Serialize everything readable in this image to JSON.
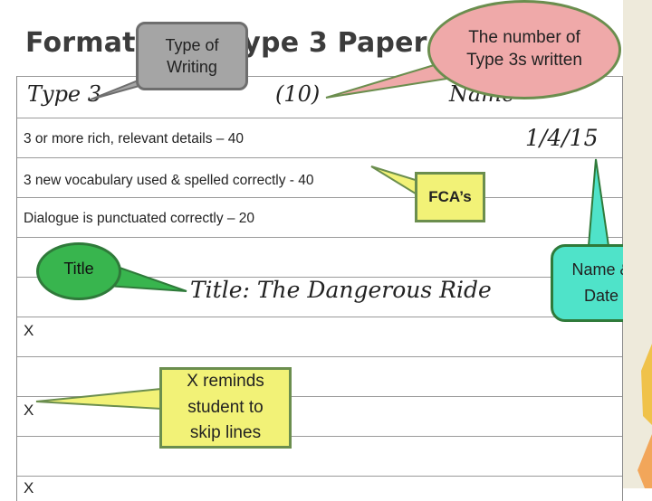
{
  "slide": {
    "title": "Format for a Type 3 Paper"
  },
  "paper": {
    "type_label": "Type 3",
    "count": "(10)",
    "name_label": "Name",
    "date": "1/4/15",
    "criteria": [
      "3 or more rich, relevant details – 40",
      "3 new vocabulary used & spelled correctly - 40",
      "Dialogue is punctuated correctly – 20"
    ],
    "title_line": "Title: The Dangerous Ride",
    "skip_marks": [
      "X",
      "X",
      "X"
    ]
  },
  "callouts": {
    "type_of_writing": "Type of Writing",
    "number_written": "The number of Type 3s written",
    "fca": "FCA’s",
    "title": "Title",
    "name_date": "Name & Date",
    "skip_lines": "X reminds student to skip lines"
  },
  "colors": {
    "gray_callout": "#a5a5a5",
    "pink_callout": "#efa9a9",
    "yellow_callout": "#f2f277",
    "green_callout": "#38b54e",
    "teal_callout": "#4fe3c9"
  }
}
